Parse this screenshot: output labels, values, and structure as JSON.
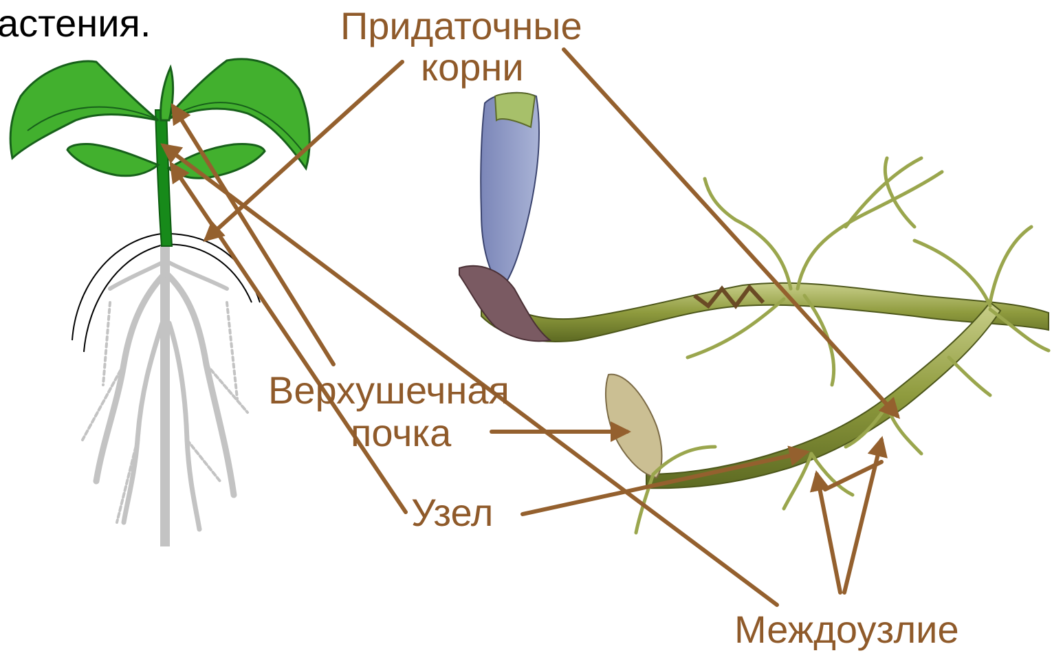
{
  "heading": "астения.",
  "labels": {
    "adventitious_roots_line1": "Придаточные",
    "adventitious_roots_line2": "корни",
    "apical_bud_line1": "Верхушечная",
    "apical_bud_line2": "почка",
    "node": "Узел",
    "internode": "Междоузлие"
  },
  "colors": {
    "label_text": "#8f5a2a",
    "arrow": "#94602e",
    "leaf": "#3fae2c",
    "stem": "#178a1a",
    "root": "#c8c8c8",
    "rhizome": "#8a9a3a"
  }
}
